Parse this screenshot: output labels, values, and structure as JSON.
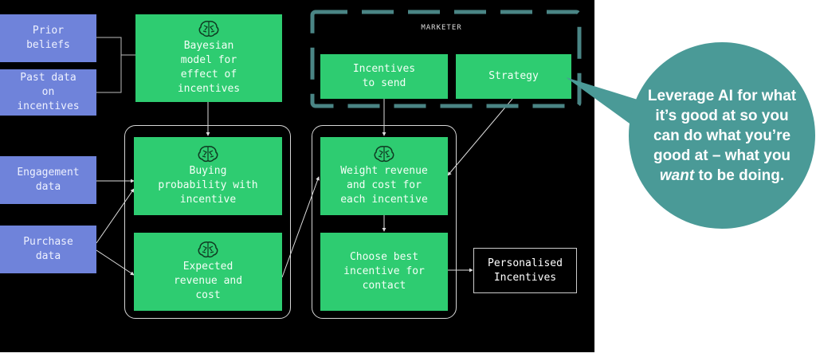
{
  "diagram": {
    "inputs": {
      "prior_beliefs": "Prior\nbeliefs",
      "past_data": "Past data\non\nincentives",
      "engagement_data": "Engagement\ndata",
      "purchase_data": "Purchase\ndata"
    },
    "models": {
      "bayesian": "Bayesian\nmodel for\neffect of\nincentives",
      "buying_probability": "Buying\nprobability with\nincentive",
      "expected_revenue": "Expected\nrevenue and\ncost"
    },
    "marketer": {
      "label": "MARKETER",
      "incentives_to_send": "Incentives\nto send",
      "strategy": "Strategy"
    },
    "decision": {
      "weight": "Weight revenue\nand cost for\neach incentive",
      "choose": "Choose best\nincentive for\ncontact"
    },
    "output": "Personalised\nIncentives"
  },
  "callout": {
    "before": "Leverage AI for what it’s good at so you can do what you’re good at – what you ",
    "emphasis": "want",
    "after": " to be doing."
  },
  "colors": {
    "background": "#000000",
    "input_node": "#6f83da",
    "model_node": "#2ecc71",
    "marketer_border": "#4a8585",
    "callout": "#4a9a97"
  },
  "icons": {
    "model": "brain-icon"
  }
}
